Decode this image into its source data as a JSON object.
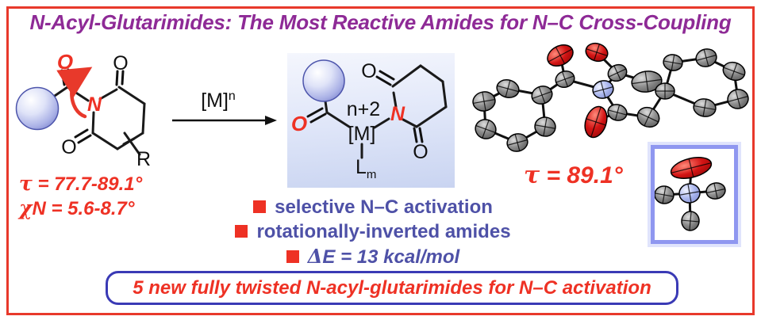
{
  "title": {
    "text": "N-Acyl-Glutarimides: The Most Reactive Amides for N–C Cross-Coupling"
  },
  "left_structure": {
    "o_acyl": "O",
    "n": "N",
    "o_top": "O",
    "o_bottom": "O",
    "r": "R",
    "tau_greek": "τ",
    "tau_value": "= 77.7-89.1°",
    "chi_greek": "χ",
    "chi_label": "N",
    "chi_value": "= 5.6-8.7°"
  },
  "reaction": {
    "arrow_label_base": "[M]",
    "arrow_label_sup": "n"
  },
  "complex": {
    "o_acyl": "O",
    "metal": "[M]",
    "charge": "n+2",
    "n": "N",
    "o_top": "O",
    "o_bottom": "O",
    "ligand": "L",
    "ligand_sub": "m"
  },
  "ortep": {
    "tau_greek": "τ",
    "tau_value": "= 89.1°"
  },
  "bullets": [
    {
      "text": "selective N–C activation"
    },
    {
      "text": "rotationally-inverted amides"
    },
    {
      "greek": "Δ",
      "text": "E = 13 kcal/mol"
    }
  ],
  "banner": {
    "text": "5 new fully twisted N-acyl-glutarimides for N–C activation"
  },
  "colors": {
    "accent_red": "#EE3124",
    "frame_red": "#E8392B",
    "title_purple": "#8E2A96",
    "bullet_blue": "#4E51A7",
    "banner_border_blue": "#3A3AB5",
    "inset_border_periwinkle": "#8F97F0",
    "complex_box_lavender": "#C9D4F1",
    "sphere_blue": "#7B84CC"
  }
}
